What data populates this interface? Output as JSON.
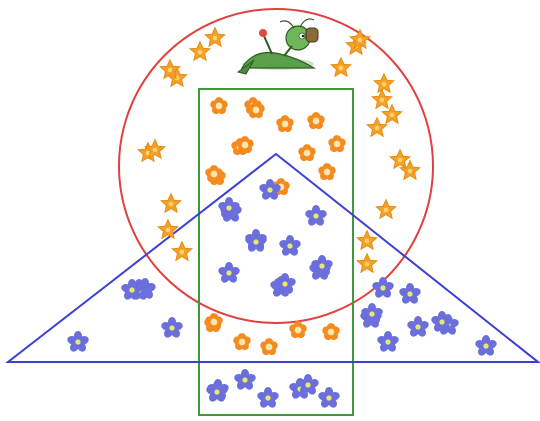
{
  "diagram": {
    "shapes": [
      {
        "kind": "circle",
        "name": "circle",
        "color": "#e0403f"
      },
      {
        "kind": "rectangle",
        "name": "rectangle",
        "color": "#3f9a3b"
      },
      {
        "kind": "triangle",
        "name": "triangle",
        "color": "#3b3fd8"
      }
    ],
    "flower_types": {
      "orange_star": {
        "petals": "#f4a12a",
        "center": "#fbd36a",
        "count": 21
      },
      "orange_round": {
        "petals": "#f58b1f",
        "center": "#fde7b0",
        "count": 19
      },
      "blue_flower": {
        "petals": "#6b6fdc",
        "center": "#e8e86a",
        "count": 33
      }
    },
    "decoration": {
      "icon": "grasshopper-lying-with-flower-icon"
    }
  }
}
